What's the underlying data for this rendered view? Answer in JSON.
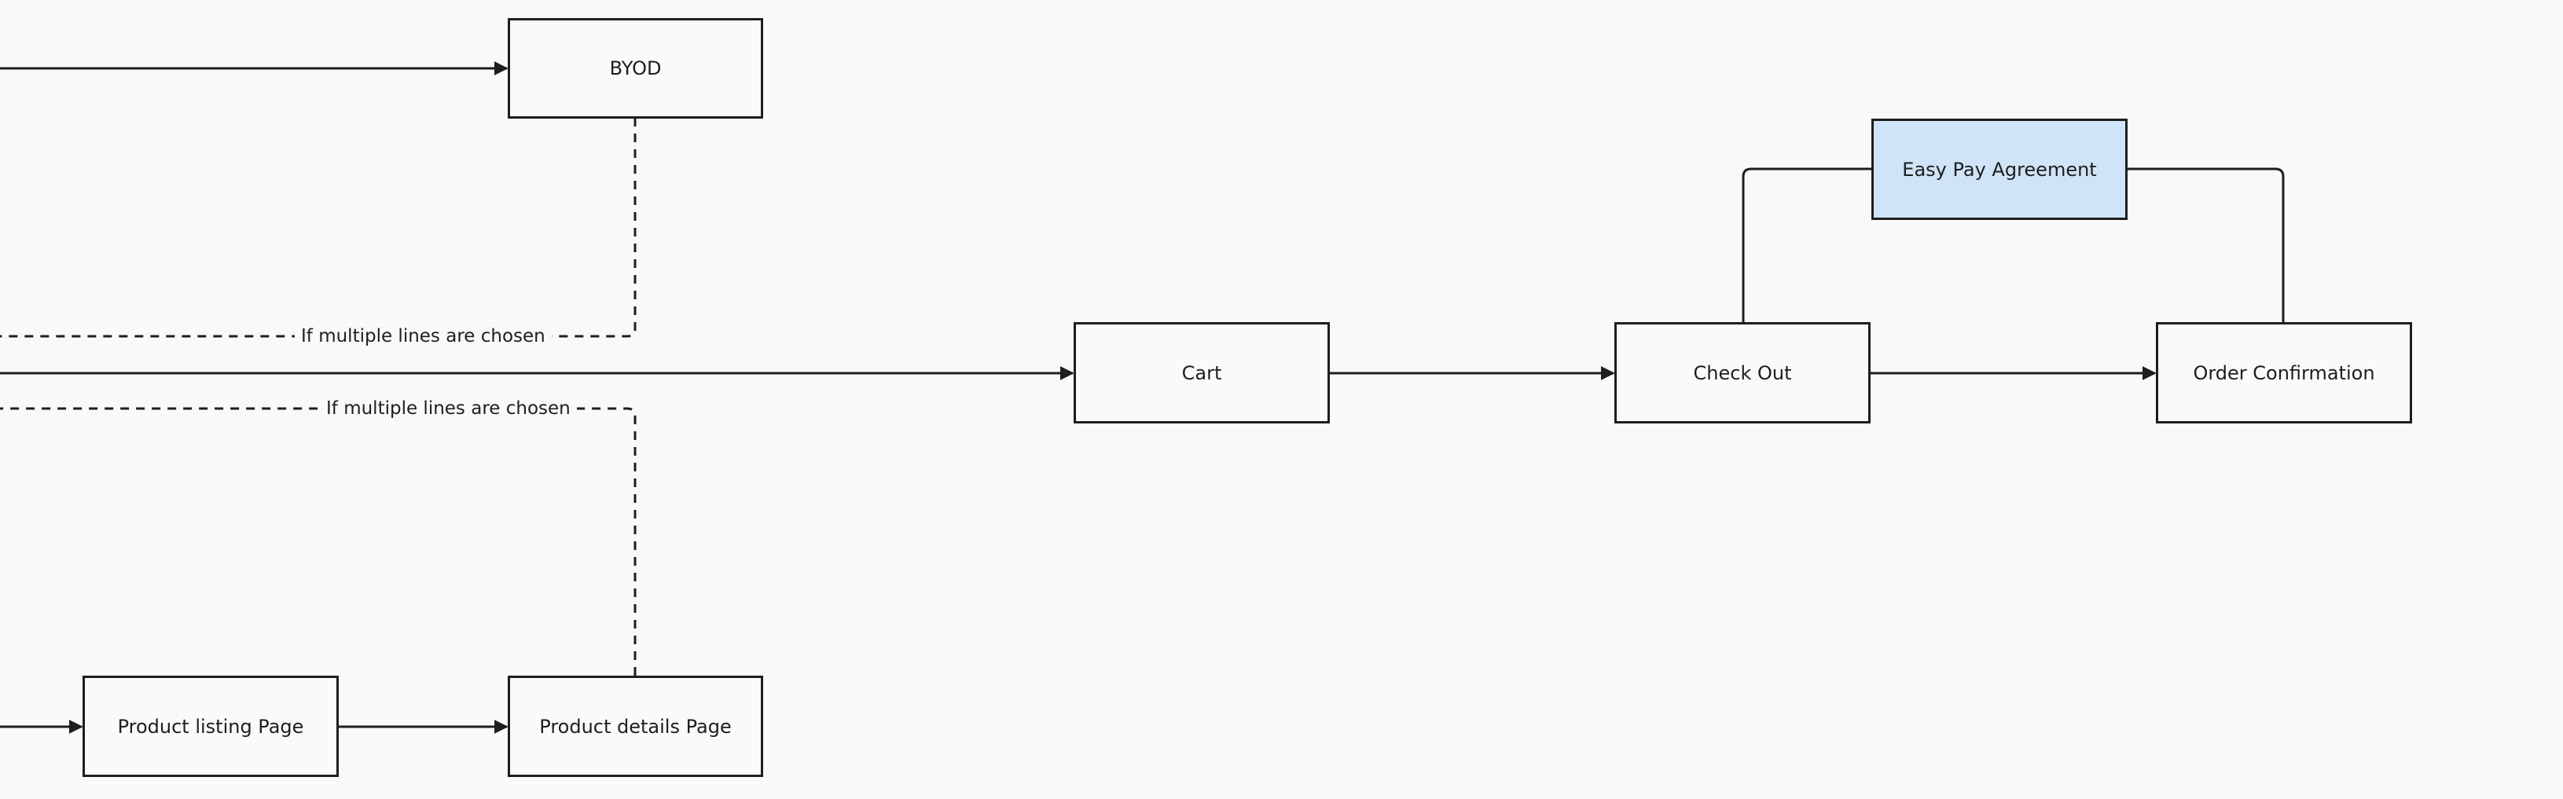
{
  "diagram": {
    "nodes": {
      "byod": "BYOD",
      "easy_pay": "Easy Pay Agreement",
      "cart": "Cart",
      "check_out": "Check Out",
      "order_confirmation": "Order Confirmation",
      "product_listing": "Product listing Page",
      "product_details": "Product details Page"
    },
    "edge_labels": {
      "upper_branch": "If multiple lines are chosen",
      "lower_branch": "If multiple lines are chosen"
    },
    "colors": {
      "line": "#1e1e1e",
      "highlight_fill": "#cfe4f6",
      "canvas": "#f9f9f9"
    }
  }
}
